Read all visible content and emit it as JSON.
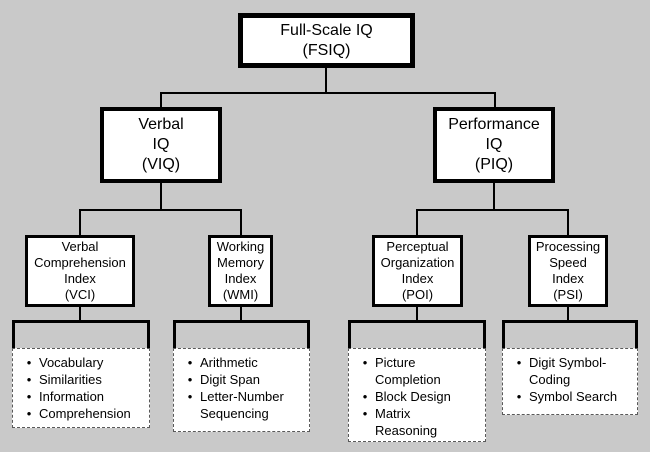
{
  "diagram": {
    "description": "Hierarchy of IQ scores and index subtests",
    "colors": {
      "background": "#c9c9c9",
      "box_fill": "#ffffff",
      "line_color": "#000000",
      "dashed_border_color": "#595959"
    },
    "bullet_glyph": "•"
  },
  "nodes": {
    "fsiq": {
      "lines": [
        "Full-Scale IQ",
        "(FSIQ)"
      ]
    },
    "viq": {
      "lines": [
        "Verbal",
        "IQ",
        "(VIQ)"
      ]
    },
    "piq": {
      "lines": [
        "Performance",
        "IQ",
        "(PIQ)"
      ]
    },
    "vci": {
      "lines": [
        "Verbal",
        "Comprehension",
        "Index",
        "(VCI)"
      ]
    },
    "wmi": {
      "lines": [
        "Working",
        "Memory",
        "Index",
        "(WMI)"
      ]
    },
    "poi": {
      "lines": [
        "Perceptual",
        "Organization",
        "Index",
        "(POI)"
      ]
    },
    "psi": {
      "lines": [
        "Processing",
        "Speed",
        "Index",
        "(PSI)"
      ]
    }
  },
  "subtests": {
    "vci": [
      "Vocabulary",
      "Similarities",
      "Information",
      "Comprehension"
    ],
    "wmi": [
      "Arithmetic",
      "Digit Span",
      "Letter-Number Sequencing"
    ],
    "poi": [
      "Picture Completion",
      "Block Design",
      "Matrix Reasoning"
    ],
    "psi": [
      "Digit Symbol-Coding",
      "Symbol Search"
    ]
  }
}
